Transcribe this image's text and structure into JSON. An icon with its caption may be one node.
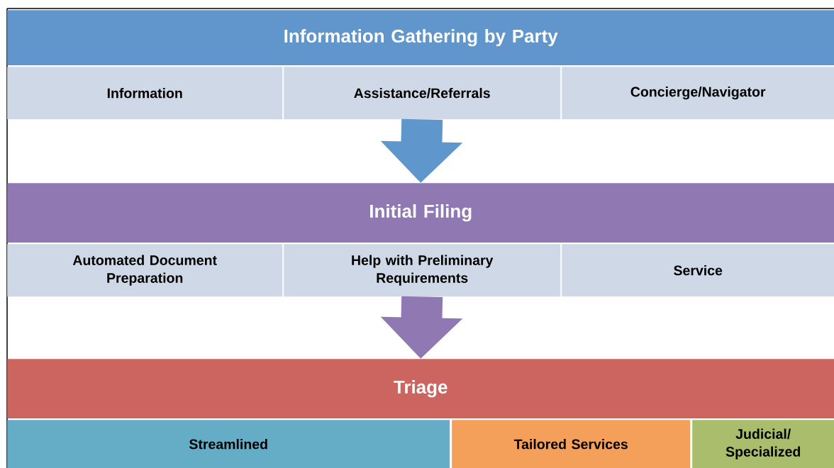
{
  "diagram": {
    "nodes": [
      {
        "text": [
          "Information Gathering by Party"
        ]
      },
      {
        "text": [
          "Information"
        ]
      },
      {
        "text": [
          "Assistance/Referrals"
        ]
      },
      {
        "text": [
          "Concierge/Navigator"
        ]
      },
      {
        "text": [
          "Initial Filing"
        ]
      },
      {
        "text": [
          "Automated Document Preparation"
        ]
      },
      {
        "text": [
          "Help with Preliminary Requirements"
        ]
      },
      {
        "text": [
          "Service"
        ]
      },
      {
        "text": [
          "Triage"
        ]
      },
      {
        "text": [
          "Streamlined"
        ]
      },
      {
        "text": [
          "Tailored Services"
        ]
      },
      {
        "text": [
          "Judicial/ Specialized"
        ]
      }
    ],
    "edges": [
      {
        "from": 2,
        "to": 4,
        "arrow": "to",
        "color": "#5f96cc"
      },
      {
        "from": 6,
        "to": 8,
        "arrow": "to",
        "color": "#9079b3"
      }
    ]
  }
}
